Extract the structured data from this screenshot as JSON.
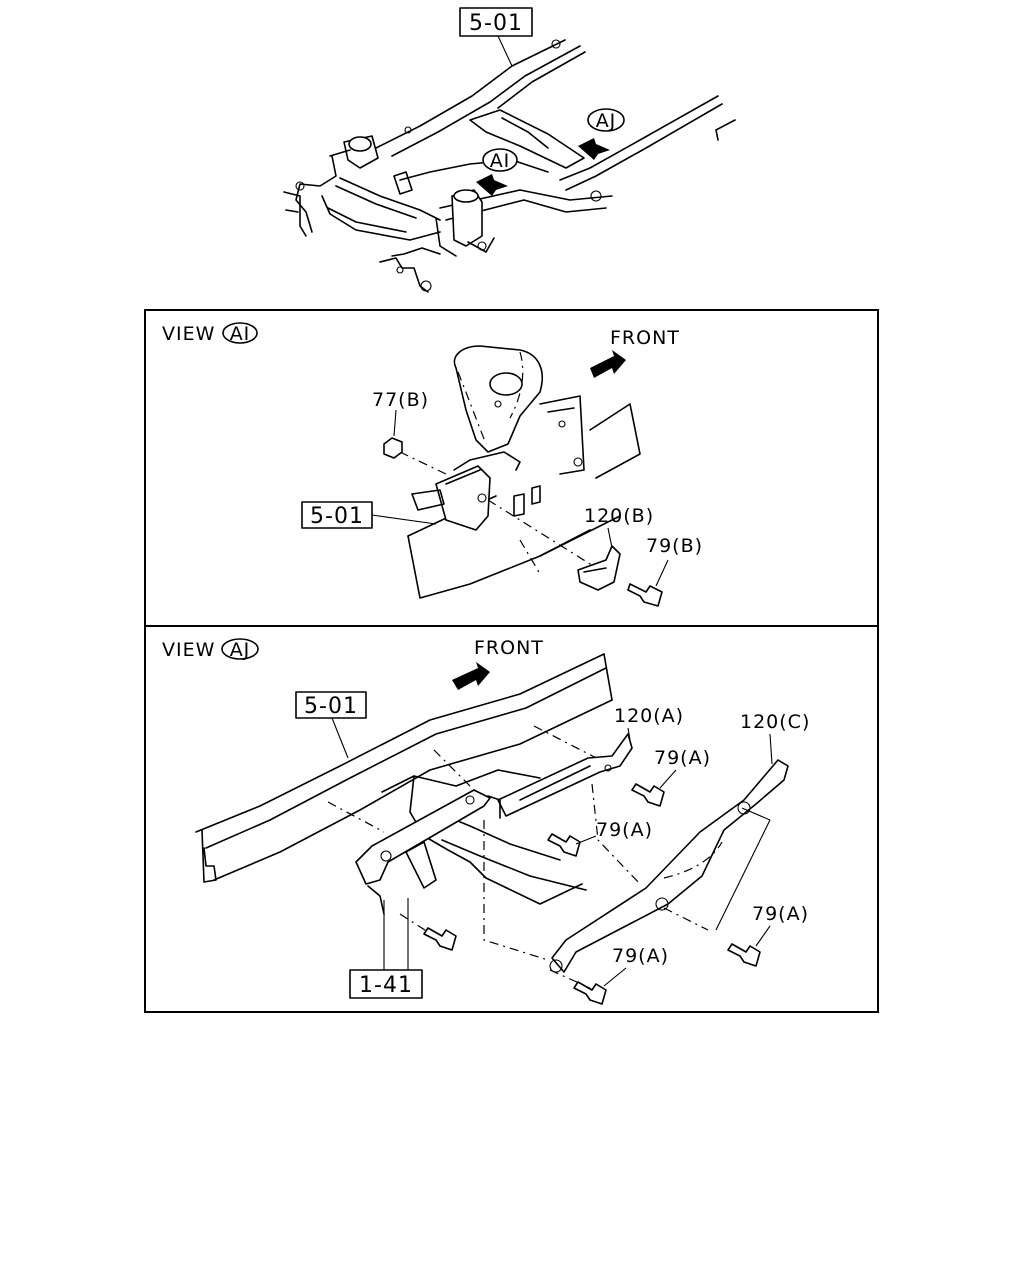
{
  "overview": {
    "callout_frame": "5-01",
    "arrow_ai": "AI",
    "arrow_aj": "AJ"
  },
  "view_ai": {
    "view_word": "VIEW",
    "view_letter": "AI",
    "front_label": "FRONT",
    "callouts": {
      "nut": "77(B)",
      "frame": "5-01",
      "bracket": "120(B)",
      "bolt": "79(B)"
    }
  },
  "view_aj": {
    "view_word": "VIEW",
    "view_letter": "AJ",
    "front_label": "FRONT",
    "callouts": {
      "frame": "5-01",
      "bracket_a": "120(A)",
      "bracket_c": "120(C)",
      "bolt_1": "79(A)",
      "bolt_2": "79(A)",
      "bolt_3": "79(A)",
      "bolt_4": "79(A)",
      "crossmember": "1-41"
    }
  }
}
